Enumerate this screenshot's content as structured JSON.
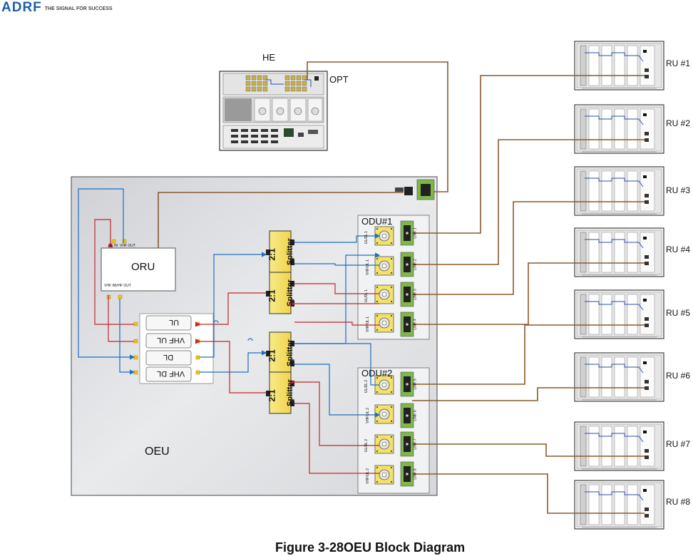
{
  "logo": {
    "mark": "ADRF",
    "tagline": "THE SIGNAL FOR SUCCESS"
  },
  "head_end": {
    "label": "HE",
    "port_label": "OPT"
  },
  "oeu": {
    "label": "OEU",
    "module_label": "ORU"
  },
  "oru_ports": [
    "RF IN",
    "VHF OUT",
    "VHF IN",
    "VHF OUT"
  ],
  "oeu_panel_rows": [
    "UL",
    "VHF UL",
    "DL",
    "VHF DL"
  ],
  "splitter_label": [
    "2:1",
    "Splitter"
  ],
  "odus": [
    {
      "label": "ODU#1",
      "ports": [
        "UL/DL 1",
        "VHF/UL 1",
        "UL/DL 1",
        "VHF/UL 1"
      ],
      "links": [
        "LINK 1",
        "LINK 2",
        "LINK 3",
        "LINK 4"
      ]
    },
    {
      "label": "ODU#2",
      "ports": [
        "UL/DL 2",
        "VHF/UL 2",
        "UL/DL 2",
        "VHF/UL 2"
      ],
      "links": [
        "LINK 5",
        "LINK 6",
        "LINK 7",
        "LINK 8"
      ]
    }
  ],
  "remote_units": [
    "RU #1",
    "RU #2",
    "RU #3",
    "RU #4",
    "RU #5",
    "RU #6",
    "RU #7",
    "RU #8"
  ],
  "caption": {
    "number": "Figure 3-28",
    "title": "OEU Block Diagram"
  },
  "colors": {
    "fiber": "#8a5a2b",
    "uplink": "#1f6fbf",
    "downlink": "#c0282d",
    "splitter": "#f5e06a",
    "panel": "#d8d9dc"
  }
}
